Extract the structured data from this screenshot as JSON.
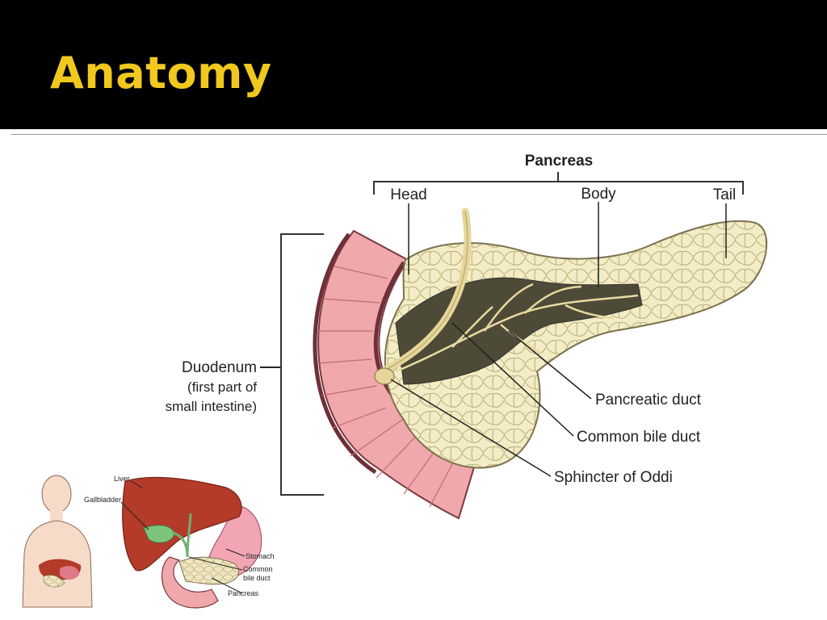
{
  "slide": {
    "title": "Anatomy"
  },
  "main_diagram": {
    "pancreas_label": "Pancreas",
    "head_label": "Head",
    "body_label": "Body",
    "tail_label": "Tail",
    "duodenum_label": "Duodenum",
    "duodenum_sub1": "(first part of",
    "duodenum_sub2": "small intestine)",
    "pancreatic_duct_label": "Pancreatic duct",
    "common_bile_duct_label": "Common bile duct",
    "sphincter_label": "Sphincter of Oddi"
  },
  "inset_diagram": {
    "liver_label": "Liver",
    "gallbladder_label": "Gallbladder",
    "stomach_label": "Stomach",
    "common_bile_duct_line1": "Common",
    "common_bile_duct_line2": "bile duct",
    "pancreas_label": "Pancreas"
  },
  "colors": {
    "header_bg": "#000000",
    "title_color": "#f0c81e",
    "pancreas_fill": "#f3ecc4",
    "duct_dark": "#4e4a38",
    "duodenum_pink": "#f0a8ac",
    "liver_red": "#b43a2a",
    "gallbladder_green": "#7cc47c"
  }
}
